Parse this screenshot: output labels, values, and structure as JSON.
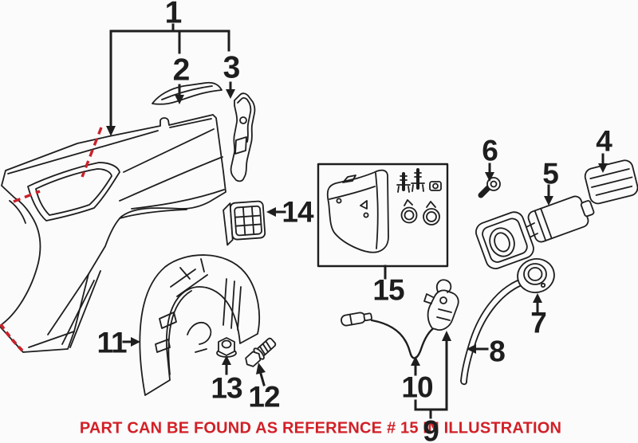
{
  "illustration": {
    "note": "PART CAN BE FOUND AS REFERENCE # 15 IN ILLUSTRATION",
    "callouts": {
      "c1": "1",
      "c2": "2",
      "c3": "3",
      "c4": "4",
      "c5": "5",
      "c6": "6",
      "c7": "7",
      "c8": "8",
      "c9": "9",
      "c10": "10",
      "c11": "11",
      "c12": "12",
      "c13": "13",
      "c14": "14",
      "c15": "15"
    }
  },
  "colors": {
    "line": "#1e1e1e",
    "note": "#d22027",
    "highlight": "#c9222a",
    "bg": "#fbfbfb"
  }
}
